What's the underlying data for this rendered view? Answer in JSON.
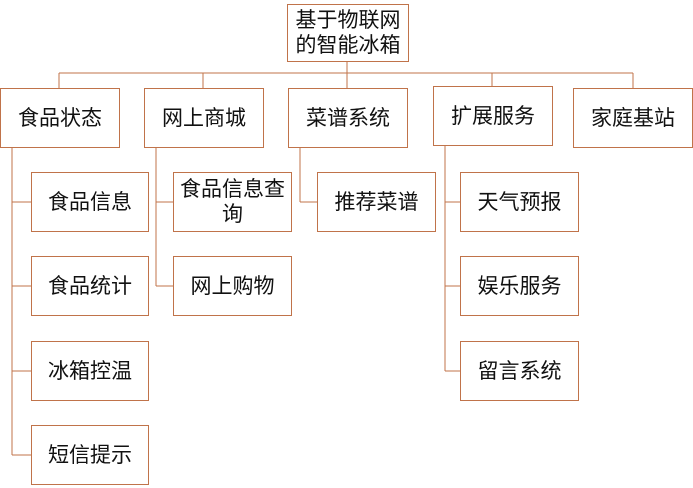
{
  "root": {
    "label": "基于物联网的智能冰箱"
  },
  "categories": [
    {
      "label": "食品状态",
      "children": [
        "食品信息",
        "食品统计",
        "冰箱控温",
        "短信提示"
      ]
    },
    {
      "label": "网上商城",
      "children": [
        "食品信息查询",
        "网上购物"
      ]
    },
    {
      "label": "菜谱系统",
      "children": [
        "推荐菜谱"
      ]
    },
    {
      "label": "扩展服务",
      "children": [
        "天气预报",
        "娱乐服务",
        "留言系统"
      ]
    },
    {
      "label": "家庭基站",
      "children": []
    }
  ],
  "colors": {
    "line": "#c0734a",
    "border": "#c0734a",
    "text": "#111111"
  }
}
